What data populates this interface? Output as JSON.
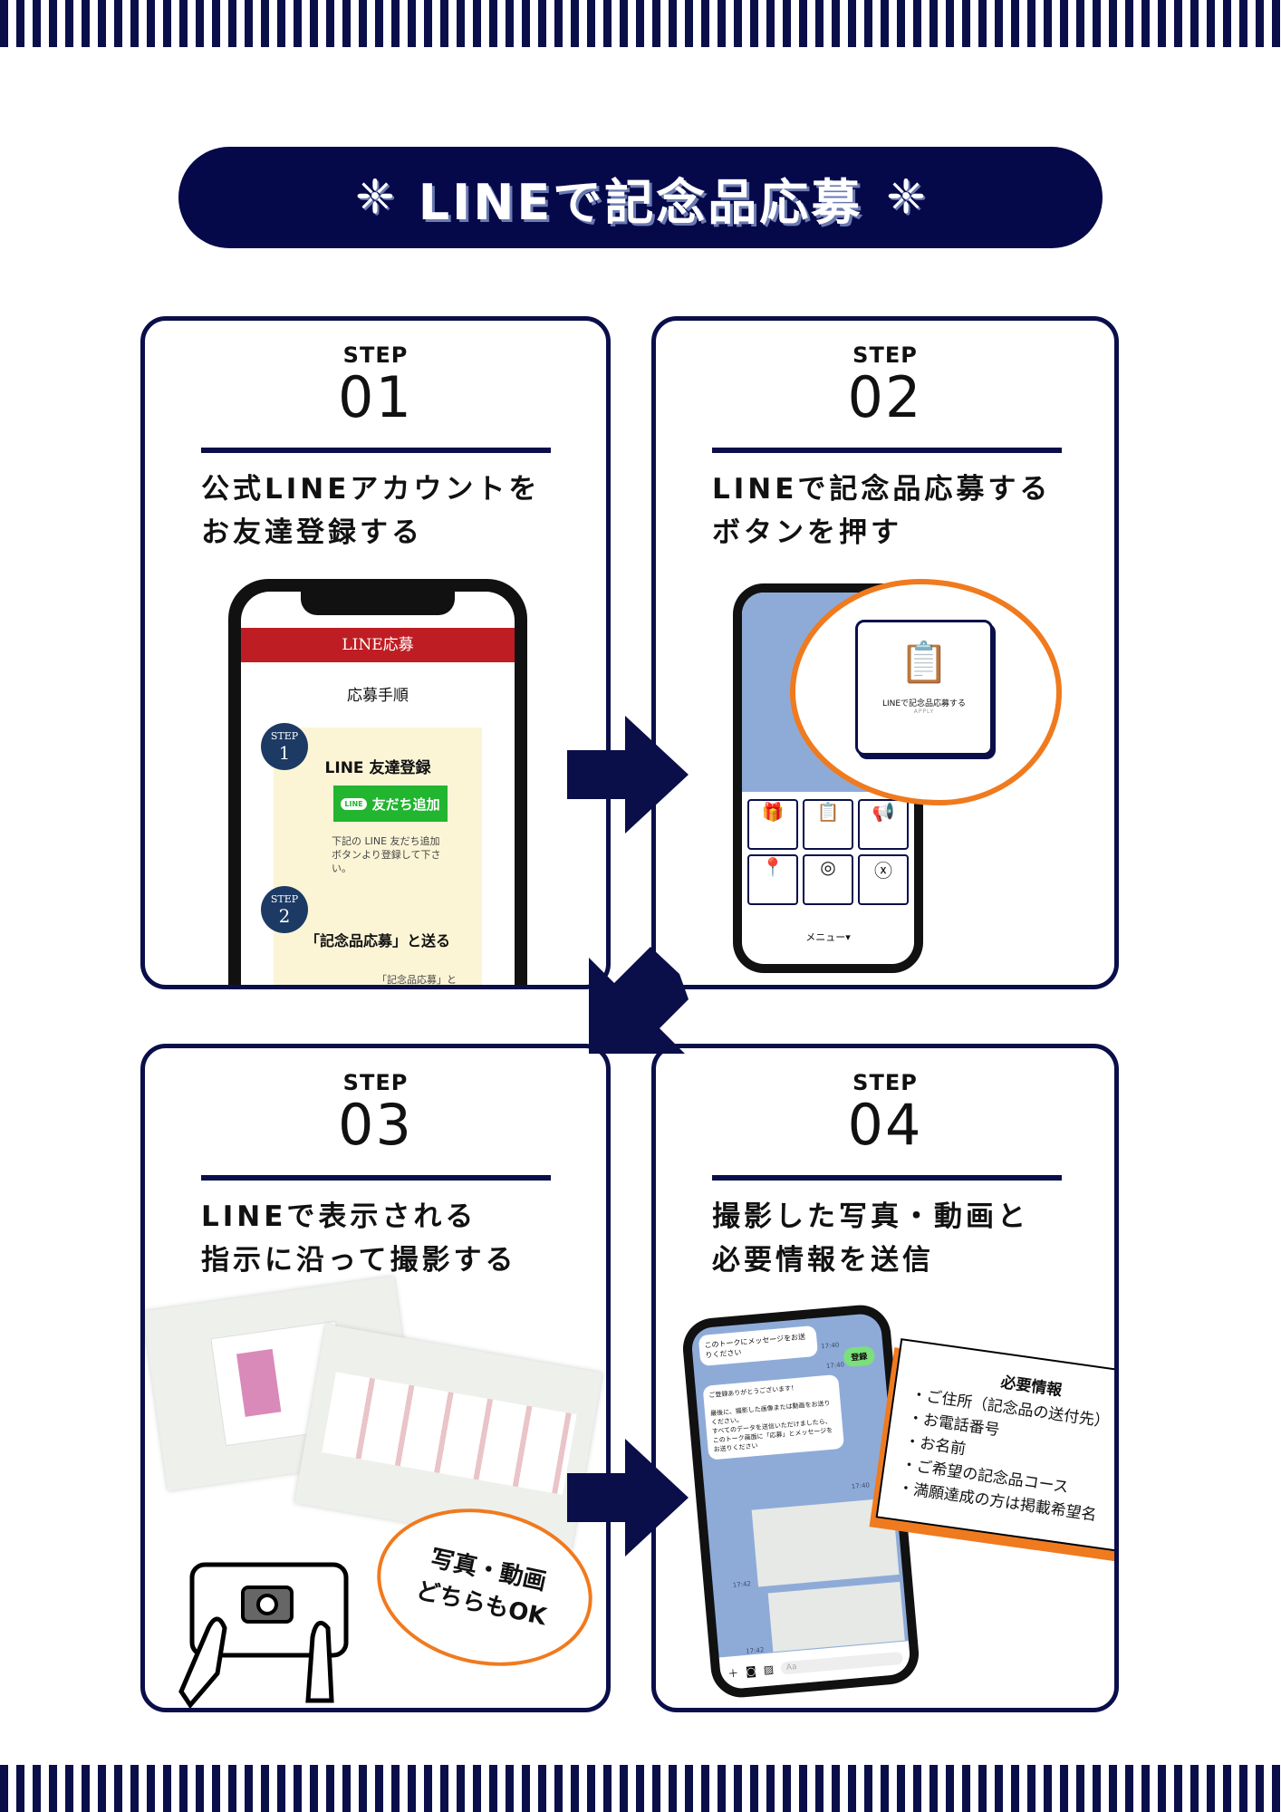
{
  "title": "LINEで記念品応募",
  "steps": [
    {
      "label": "STEP",
      "number": "01",
      "heading": [
        "公式LINEアカウントを",
        "お友達登録する"
      ]
    },
    {
      "label": "STEP",
      "number": "02",
      "heading": [
        "LINEで記念品応募する",
        "ボタンを押す"
      ]
    },
    {
      "label": "STEP",
      "number": "03",
      "heading": [
        "LINEで表示される",
        "指示に沿って撮影する"
      ]
    },
    {
      "label": "STEP",
      "number": "04",
      "heading": [
        "撮影した写真・動画と",
        "必要情報を送信"
      ]
    }
  ],
  "phone1": {
    "header": "LINE応募",
    "subtitle": "応募手順",
    "step_word": "STEP",
    "step1_num": "1",
    "step1_title": "LINE 友達登録",
    "line_badge": "LINE",
    "add_friend": "友だち追加",
    "step1_desc": "下記の LINE 友だち追加ボタンより登録して下さい。",
    "step2_num": "2",
    "step2_title": "「記念品応募」と送る",
    "step2_desc": "「記念品応募」と"
  },
  "phone2": {
    "big_button": "LINEで記念品応募する",
    "big_button_sub": "APPLY",
    "menu": "メニュー▾"
  },
  "bubble3": [
    "写真・動画",
    "どちらもOK"
  ],
  "phone4": {
    "msg_top": "このトークにメッセージをお送りください",
    "time": "17:40",
    "register": "登録",
    "msg_main": "ご登録ありがとうございます！\n\n最後に、撮影した画像または動画をお送りください。\nすべてのデータを送信いただけましたら、\nこのトーク画面に「応募」とメッセージをお送りください",
    "time2": "17:42",
    "input_placeholder": "Aa"
  },
  "note": {
    "title": "必要情報",
    "items": [
      "・ご住所（記念品の送付先）",
      "・お電話番号",
      "・お名前",
      "・ご希望の記念品コース",
      "・満願達成の方は掲載希望名"
    ]
  },
  "colors": {
    "navy": "#0a0f4a",
    "orange": "#f07a1e",
    "line_green": "#22b530",
    "red": "#be1e23"
  }
}
